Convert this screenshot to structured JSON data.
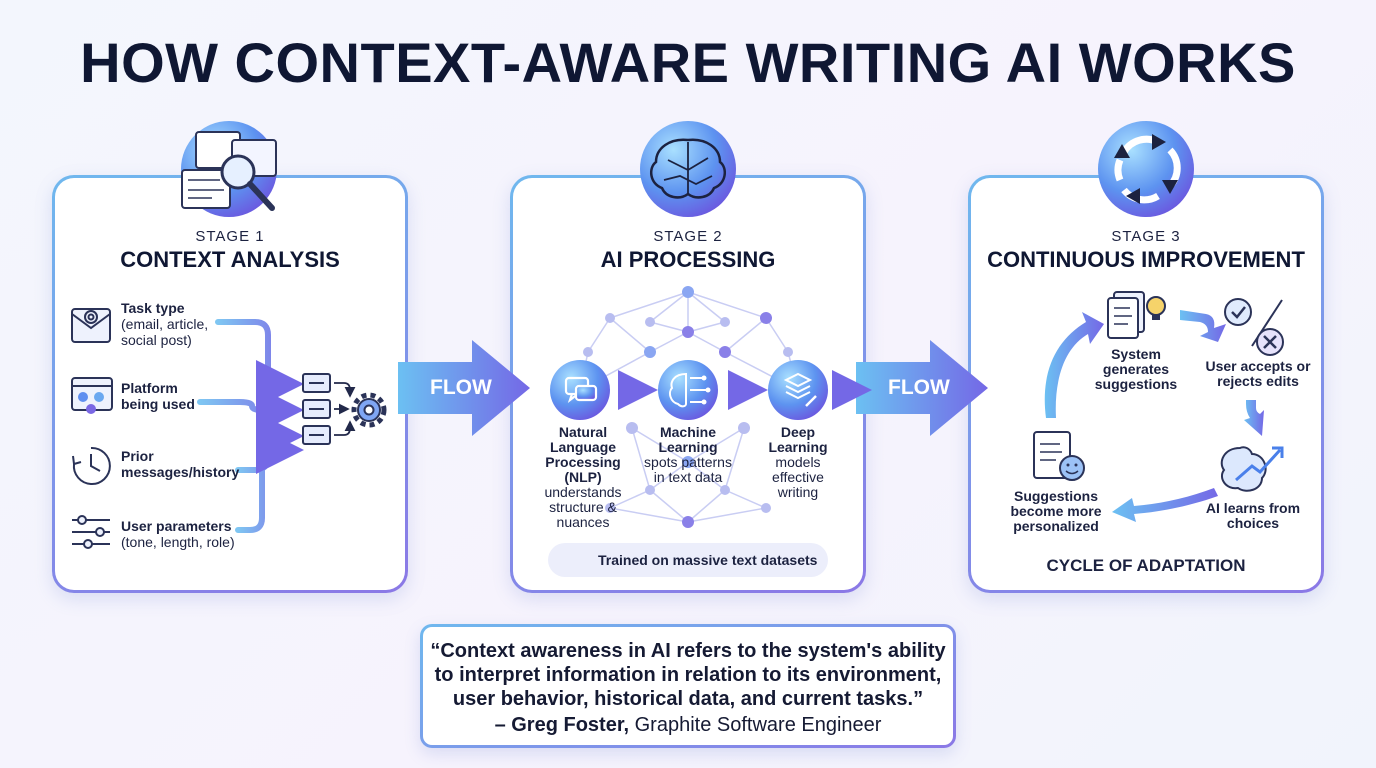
{
  "title": "HOW CONTEXT-AWARE WRITING AI WORKS",
  "flow_label": "FLOW",
  "stage1": {
    "label": "STAGE 1",
    "title": "CONTEXT ANALYSIS",
    "inputs": [
      {
        "bold": "Task type",
        "detail": "(email, article, social post)"
      },
      {
        "bold": "Platform being used",
        "detail": ""
      },
      {
        "bold": "Prior messages/history",
        "detail": ""
      },
      {
        "bold": "User parameters",
        "detail": "(tone, length, role)"
      }
    ]
  },
  "stage2": {
    "label": "STAGE 2",
    "title": "AI PROCESSING",
    "nodes": [
      {
        "bold": "Natural Language Processing (NLP)",
        "detail": "understands structure & nuances"
      },
      {
        "bold": "Machine Learning",
        "detail": "spots patterns in text data"
      },
      {
        "bold": "Deep Learning",
        "detail": "models effective writing"
      }
    ],
    "footnote": "Trained on massive text datasets"
  },
  "stage3": {
    "label": "STAGE 3",
    "title": "CONTINUOUS IMPROVEMENT",
    "steps": [
      "System generates suggestions",
      "User accepts or rejects edits",
      "AI learns from choices",
      "Suggestions become more personalized"
    ],
    "cycle_label": "CYCLE OF ADAPTATION"
  },
  "quote": {
    "text": "“Context awareness in AI refers to the system's ability to interpret information in relation to its environment, user behavior, historical data, and current tasks.”",
    "author": "– Greg Foster,",
    "role": "Graphite Software Engineer"
  },
  "colors": {
    "accent_blue": "#5fa8ee",
    "accent_purple": "#7a68e4",
    "text_dark": "#0f1733"
  },
  "icons": [
    "document-search-icon",
    "brain-icon",
    "refresh-cycle-icon",
    "envelope-icon",
    "social-browser-icon",
    "clock-history-icon",
    "sliders-icon",
    "server-stack-icon",
    "gear-icon",
    "chat-bubble-icon",
    "chip-brain-icon",
    "layers-pen-icon",
    "cloud-icon",
    "document-lightbulb-icon",
    "check-x-icon",
    "brain-trend-icon",
    "document-smile-icon"
  ]
}
